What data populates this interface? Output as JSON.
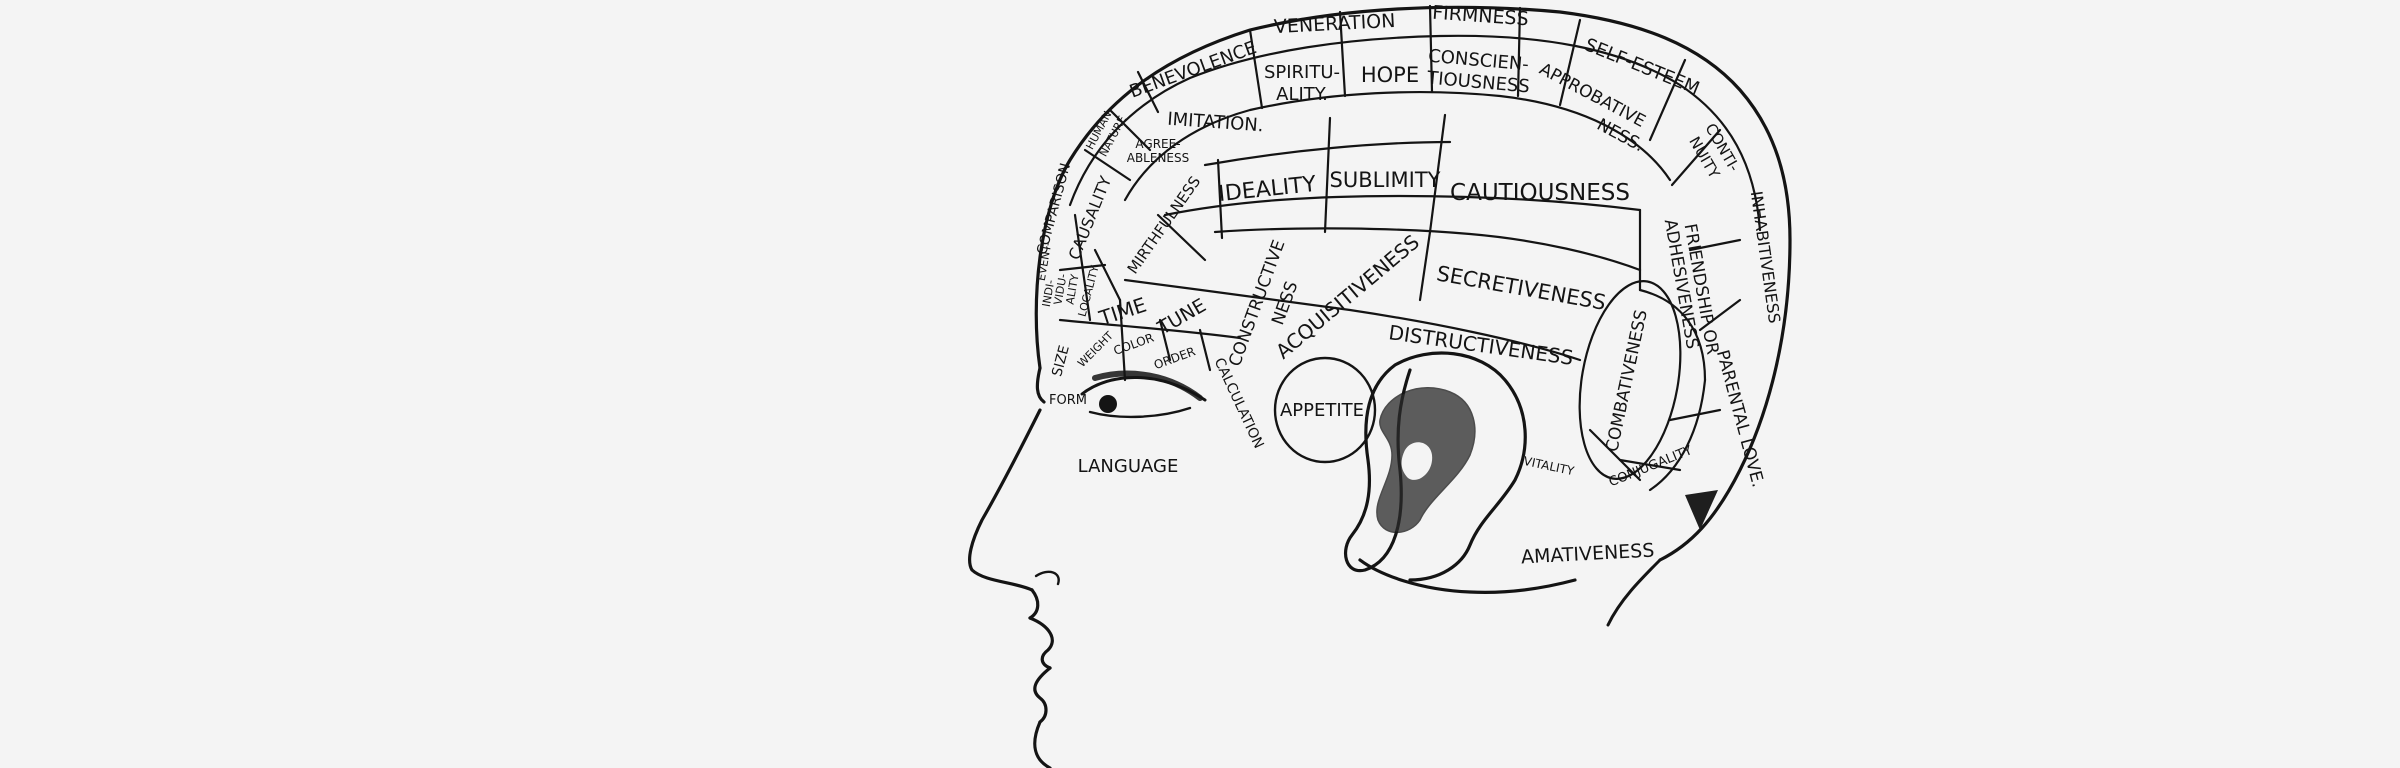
{
  "diagram": {
    "colors": {
      "background": "#f4f4f4",
      "ink": "#141414"
    },
    "regions": {
      "veneration": "VENERATION",
      "firmness": "FIRMNESS",
      "self_esteem": "SELF-ESTEEM",
      "benevolence": "BENEVOLENCE",
      "spirituality_1": "SPIRITU-",
      "spirituality_2": "ALITY.",
      "hope": "HOPE",
      "conscientiousness_1": "CONSCIEN-",
      "conscientiousness_2": "TIOUSNESS",
      "approbativeness_1": "APPROBATIVE",
      "approbativeness_2": "NESS.",
      "continuity_1": "CONTI-",
      "continuity_2": "NUITY",
      "human_nature_1": "HUMAN",
      "human_nature_2": "NATURE",
      "imitation": "IMITATION.",
      "agreeableness_1": "AGREE-",
      "agreeableness_2": "ABLENESS",
      "ideality": "IDEALITY",
      "sublimity": "SUBLIMITY",
      "cautiousness": "CAUTIOUSNESS",
      "inhabitiveness": "INHABITIVENESS",
      "comparison": "COMPARISON",
      "causality": "CAUSALITY",
      "mirthfulness": "MIRTHFULNESS",
      "constructiveness_1": "CONSTRUCTIVE",
      "constructiveness_2": "NESS",
      "acquisitiveness": "ACQUISITIVENESS",
      "secretiveness": "SECRETIVENESS",
      "friendship_1": "FRIENDSHIP OR",
      "friendship_2": "ADHESIVENESS",
      "individuality_1": "INDI-",
      "individuality_2": "VIDU-",
      "individuality_3": "ALITY",
      "eventuality": "EVENT-",
      "locality": "LOCALITY",
      "time": "TIME",
      "tune": "TUNE",
      "size": "SIZE",
      "weight": "WEIGHT",
      "color": "COLOR",
      "order": "ORDER",
      "calculation": "CALCULATION",
      "destructiveness": "DISTRUCTIVENESS",
      "combativeness": "COMBATIVENESS",
      "parental_love": "PARENTAL LOVE.",
      "form": "FORM",
      "appetite": "APPETITE",
      "vitality": "VITALITY",
      "conjugality": "CONJUGALITY",
      "language": "LANGUAGE",
      "amativeness": "AMATIVENESS"
    }
  }
}
